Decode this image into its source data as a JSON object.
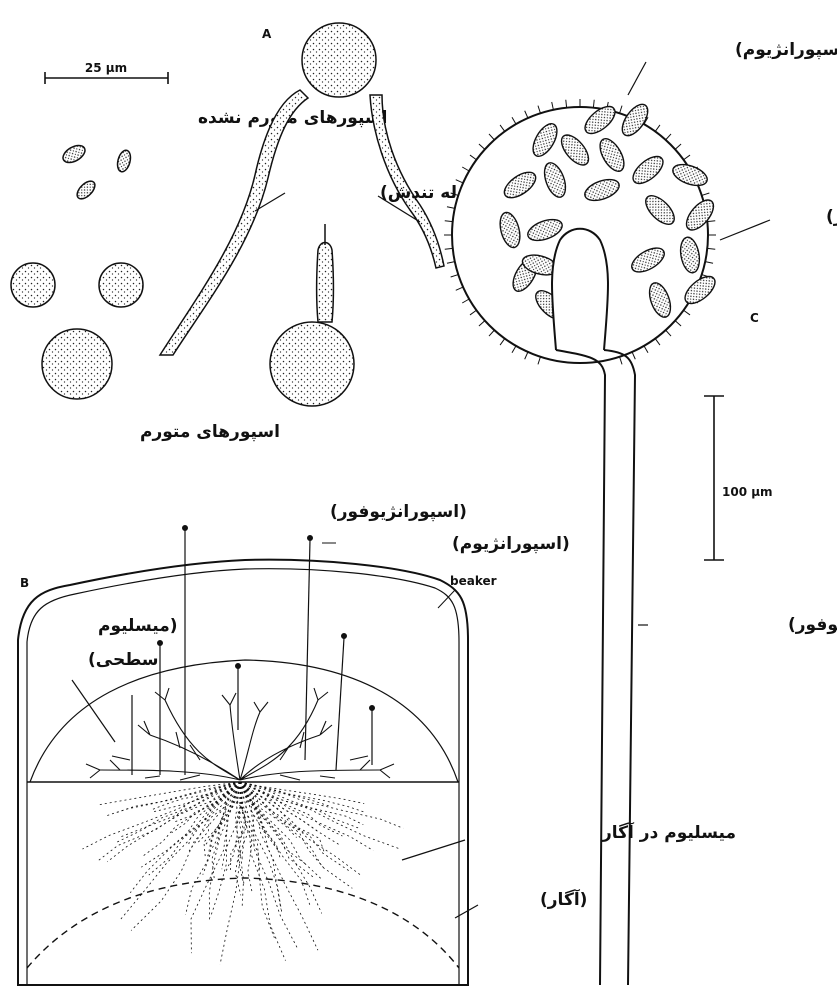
{
  "panels": {
    "a": {
      "letter": "A",
      "scale_label": "25 µm",
      "label_unswollen": "اسپورهای متورم نشده",
      "label_germ_tube": "(لوله تندش)",
      "label_swollen": "اسپورهای متورم"
    },
    "b": {
      "letter": "B",
      "label_sporangiophore": "(اسپورانژیوفور)",
      "label_sporangium": "(اسپورانژیوم)",
      "label_beaker": "beaker",
      "label_surface_mycelium_1": "(میسلیوم",
      "label_surface_mycelium_2": "سطحی)",
      "label_mycelium_in_agar": "میسلیوم در آگار",
      "label_agar": "(آگار)"
    },
    "c": {
      "letter": "C",
      "label_sporangium": "(اسپورانژیوم)",
      "label_spore": "(اسپور)",
      "scale_label": "100 µm",
      "label_sporangiophore": "(اسپورانژیوفور)"
    }
  },
  "colors": {
    "ink": "#111111",
    "background": "#ffffff"
  }
}
